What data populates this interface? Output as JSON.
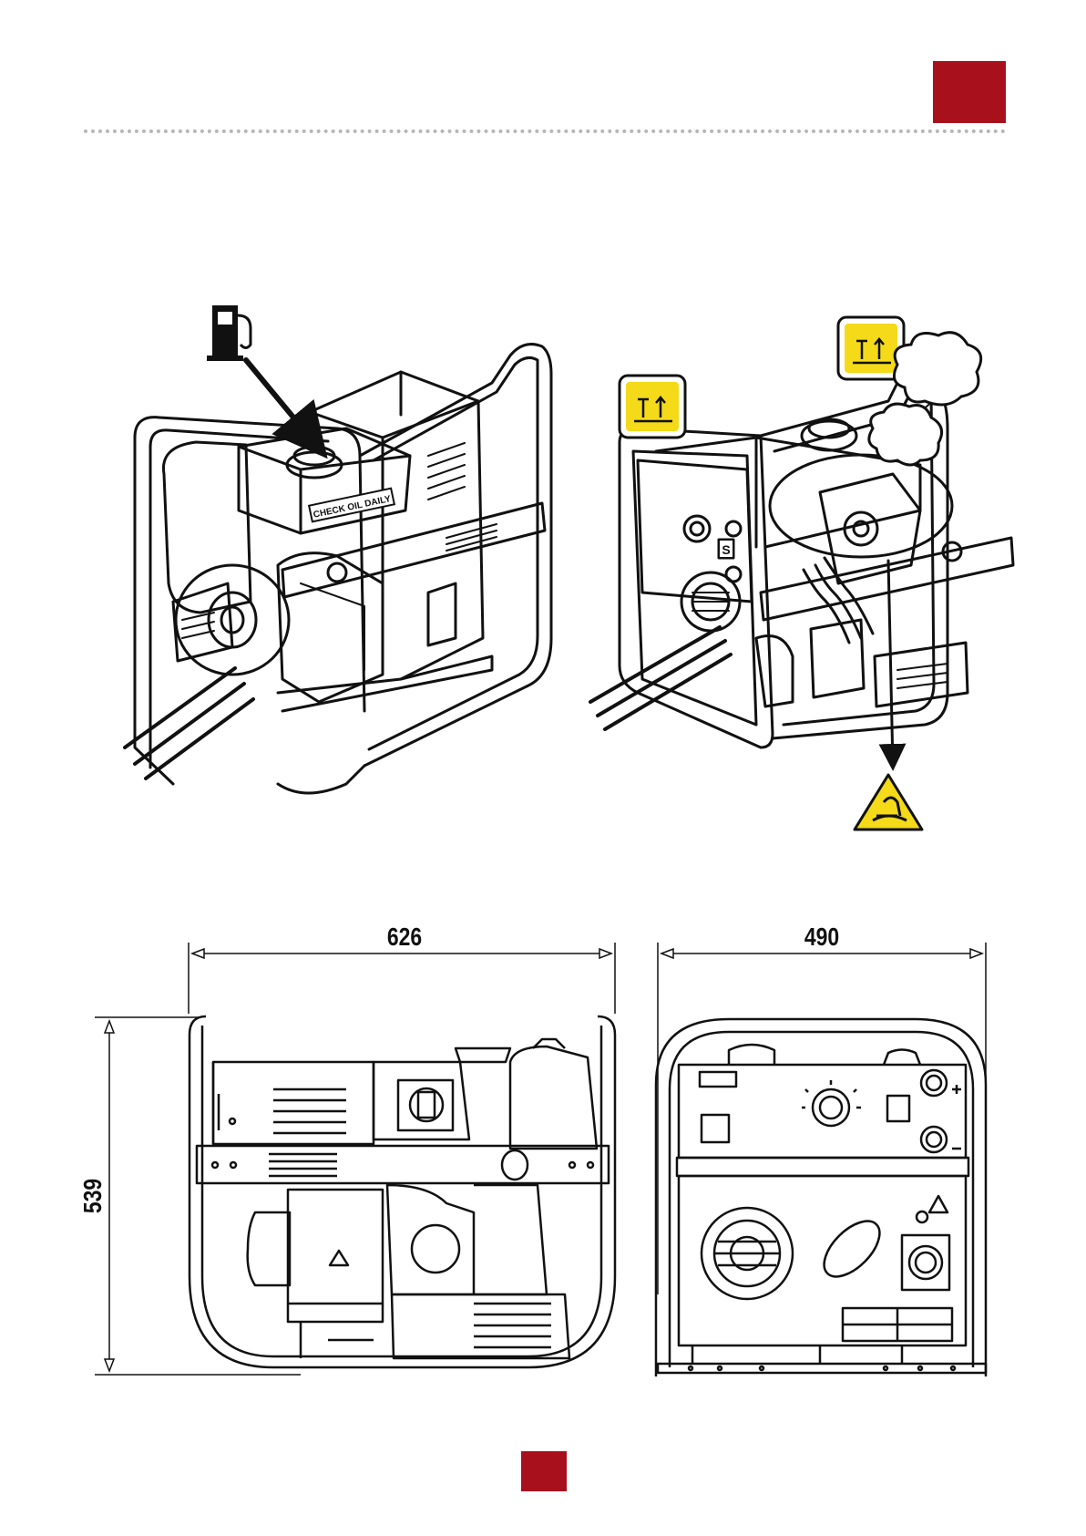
{
  "header": {
    "accent_color": "#a8101c"
  },
  "divider": {
    "color": "#b7b7b7"
  },
  "illustrations": {
    "left_view": {
      "fuel_icon": "fuel-pump-icon",
      "oil_label": "CHECK OIL DAILY"
    },
    "right_view": {
      "lift_icon": "lift-point-icon",
      "exhaust_icon": "exhaust-smoke-icon",
      "warning_icon": "hot-surface-warning-icon",
      "stick_mode_label": "S"
    }
  },
  "dimensions": {
    "length": "626",
    "width": "490",
    "height": "539"
  },
  "footer": {
    "accent_color": "#a8101c"
  }
}
